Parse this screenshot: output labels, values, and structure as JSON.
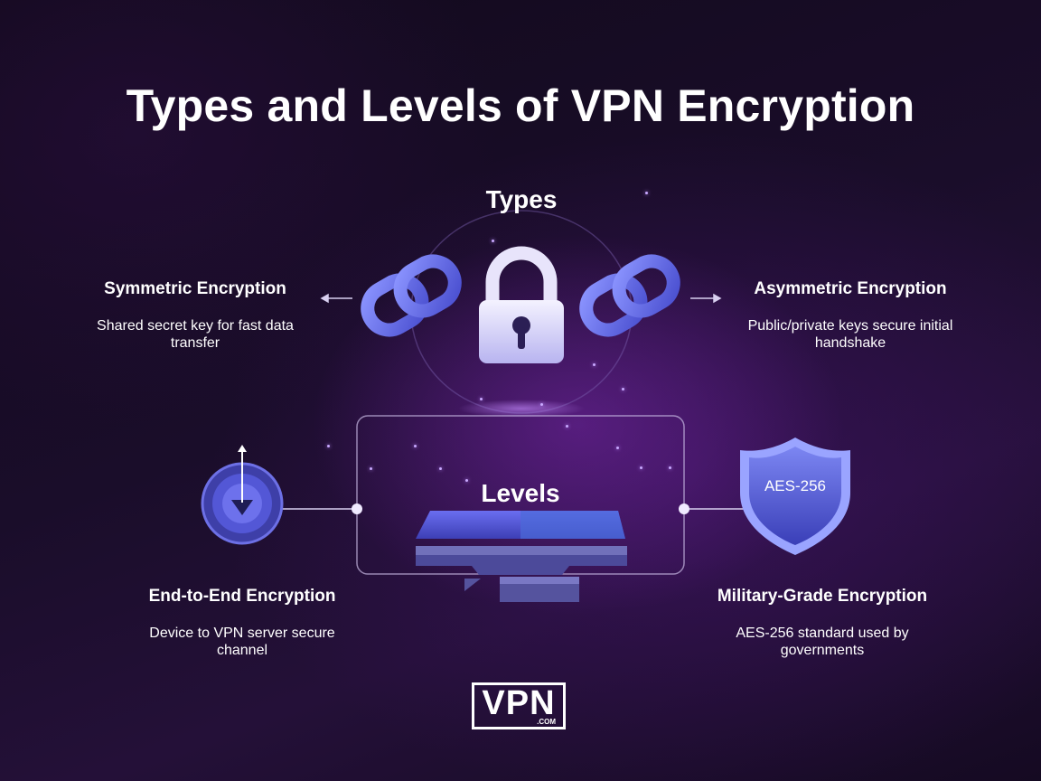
{
  "title": "Types and Levels of VPN Encryption",
  "types_label": "Types",
  "levels_label": "Levels",
  "nodes": {
    "symmetric": {
      "heading": "Symmetric Encryption",
      "description": "Shared secret key for fast data transfer",
      "icon": "chain-link-icon"
    },
    "asymmetric": {
      "heading": "Asymmetric Encryption",
      "description": "Public/private keys secure initial handshake",
      "icon": "chain-link-icon"
    },
    "end_to_end": {
      "heading": "End-to-End Encryption",
      "description": "Device to VPN server secure channel",
      "icon": "target-arrow-icon"
    },
    "military": {
      "heading": "Military-Grade Encryption",
      "description": "AES-256 standard used by governments",
      "icon": "shield-icon",
      "badge": "AES-256"
    }
  },
  "center_icon": "padlock-icon",
  "logo": {
    "main": "VPN",
    "sub": ".COM"
  },
  "colors": {
    "accent_blue": "#5b63e6",
    "accent_purple": "#8a4fd8",
    "background": "#160c24"
  }
}
